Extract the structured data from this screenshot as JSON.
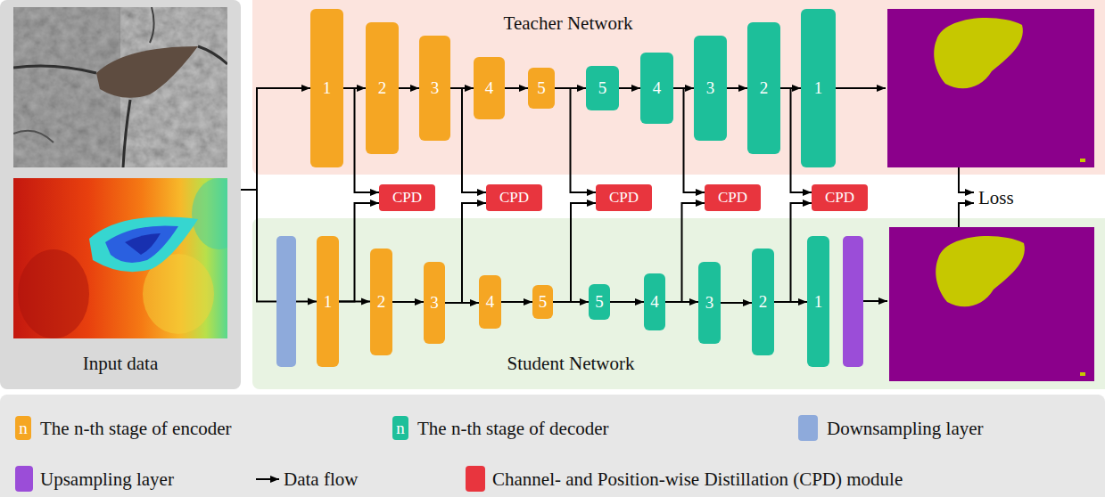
{
  "diagram": {
    "nodes": [
      {
        "text": [
          "Input data"
        ]
      },
      {
        "text": [
          "Teacher Network"
        ]
      },
      {
        "text": [
          "1"
        ],
        "in": 1
      },
      {
        "text": [
          "2"
        ],
        "in": 1
      },
      {
        "text": [
          "3"
        ],
        "in": 1
      },
      {
        "text": [
          "4"
        ],
        "in": 1
      },
      {
        "text": [
          "5"
        ],
        "in": 1
      },
      {
        "text": [
          "5"
        ],
        "in": 1
      },
      {
        "text": [
          "4"
        ],
        "in": 1
      },
      {
        "text": [
          "3"
        ],
        "in": 1
      },
      {
        "text": [
          "2"
        ],
        "in": 1
      },
      {
        "text": [
          "1"
        ],
        "in": 1
      },
      {
        "text": [
          "CPD"
        ]
      },
      {
        "text": [
          "CPD"
        ]
      },
      {
        "text": [
          "CPD"
        ]
      },
      {
        "text": [
          "CPD"
        ]
      },
      {
        "text": [
          "CPD"
        ]
      },
      {
        "text": [
          "Student Network"
        ]
      },
      {
        "text": [
          "1"
        ],
        "in": 17
      },
      {
        "text": [
          "2"
        ],
        "in": 17
      },
      {
        "text": [
          "3"
        ],
        "in": 17
      },
      {
        "text": [
          "4"
        ],
        "in": 17
      },
      {
        "text": [
          "5"
        ],
        "in": 17
      },
      {
        "text": [
          "5"
        ],
        "in": 17
      },
      {
        "text": [
          "4"
        ],
        "in": 17
      },
      {
        "text": [
          "3"
        ],
        "in": 17
      },
      {
        "text": [
          "2"
        ],
        "in": 17
      },
      {
        "text": [
          "1"
        ],
        "in": 17
      }
    ],
    "edges": [
      {
        "from": 0,
        "to": 2,
        "arrow": "to"
      },
      {
        "from": 0,
        "to": 18,
        "arrow": "to"
      },
      {
        "from": 2,
        "to": 3,
        "arrow": "to"
      },
      {
        "from": 3,
        "to": 4,
        "arrow": "to"
      },
      {
        "from": 4,
        "to": 5,
        "arrow": "to"
      },
      {
        "from": 5,
        "to": 6,
        "arrow": "to"
      },
      {
        "from": 6,
        "to": 7,
        "arrow": "to"
      },
      {
        "from": 7,
        "to": 8,
        "arrow": "to"
      },
      {
        "from": 8,
        "to": 9,
        "arrow": "to"
      },
      {
        "from": 9,
        "to": 10,
        "arrow": "to"
      },
      {
        "from": 10,
        "to": 11,
        "arrow": "to"
      },
      {
        "from": 18,
        "to": 19,
        "arrow": "to"
      },
      {
        "from": 19,
        "to": 20,
        "arrow": "to"
      },
      {
        "from": 20,
        "to": 21,
        "arrow": "to"
      },
      {
        "from": 21,
        "to": 22,
        "arrow": "to"
      },
      {
        "from": 22,
        "to": 23,
        "arrow": "to"
      },
      {
        "from": 23,
        "to": 24,
        "arrow": "to"
      },
      {
        "from": 24,
        "to": 25,
        "arrow": "to"
      },
      {
        "from": 25,
        "to": 26,
        "arrow": "to"
      },
      {
        "from": 26,
        "to": 27,
        "arrow": "to"
      },
      {
        "from": 2,
        "to": 12,
        "arrow": "to"
      },
      {
        "from": 18,
        "to": 12,
        "arrow": "to"
      },
      {
        "from": 4,
        "to": 13,
        "arrow": "to"
      },
      {
        "from": 20,
        "to": 13,
        "arrow": "to"
      },
      {
        "from": 6,
        "to": 14,
        "arrow": "to"
      },
      {
        "from": 22,
        "to": 14,
        "arrow": "to"
      },
      {
        "from": 8,
        "to": 15,
        "arrow": "to"
      },
      {
        "from": 24,
        "to": 15,
        "arrow": "to"
      },
      {
        "from": 10,
        "to": 16,
        "arrow": "to"
      },
      {
        "from": 26,
        "to": 16,
        "arrow": "to"
      }
    ],
    "labels": [
      "n",
      "n",
      "Loss"
    ],
    "legend": [
      {
        "text": "The n-th stage of encoder",
        "color": "#f5a623"
      },
      {
        "text": "The n-th stage of decoder",
        "color": "#1dbf9a"
      },
      {
        "text": "Downsampling layer",
        "color": "#8eaadb"
      },
      {
        "text": "Upsampling layer",
        "color": "#9b4dd8"
      },
      {
        "text": "Data flow"
      },
      {
        "text": "Channel- and Position-wise Distillation (CPD) module",
        "color": "#e8353e"
      }
    ]
  }
}
